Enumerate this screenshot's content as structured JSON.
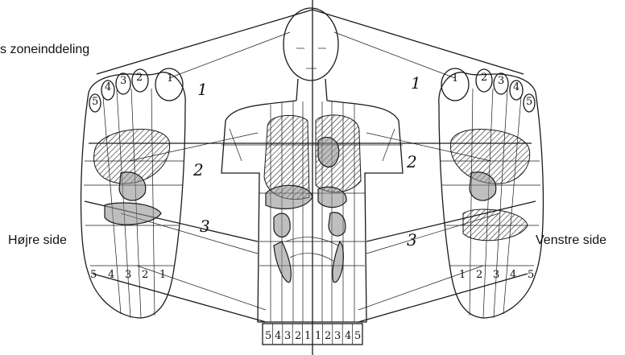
{
  "title": "s zoneinddeling",
  "labels": {
    "right_side": "Højre side",
    "left_side": "Venstre side"
  },
  "zone_markers": [
    "1",
    "2",
    "3"
  ],
  "toe_numbers_right": [
    "5",
    "4",
    "3",
    "2",
    "1"
  ],
  "toe_numbers_left": [
    "1",
    "2",
    "3",
    "4",
    "5"
  ],
  "bottom_numbers": [
    "5",
    "4",
    "3",
    "2",
    "1",
    "1",
    "2",
    "3",
    "4",
    "5"
  ]
}
